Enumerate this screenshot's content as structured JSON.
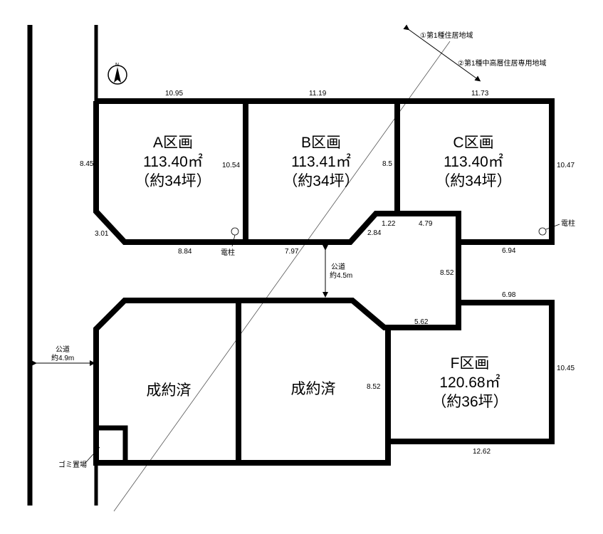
{
  "legend": {
    "zone1": "①第1種住居地域",
    "zone2": "②第1種中高層住居専用地域"
  },
  "lots": [
    {
      "name": "A区画",
      "area": "113.40㎡",
      "tsubo": "（約34坪）"
    },
    {
      "name": "B区画",
      "area": "113.41㎡",
      "tsubo": "（約34坪）"
    },
    {
      "name": "C区画",
      "area": "113.40㎡",
      "tsubo": "（約34坪）"
    },
    {
      "name": "F区画",
      "area": "120.68㎡",
      "tsubo": "（約36坪）"
    }
  ],
  "sold": [
    "成約済",
    "成約済"
  ],
  "dimensions": {
    "a_top": "10.95",
    "b_top": "11.19",
    "c_top": "11.73",
    "a_left": "8.45",
    "a_right": "10.54",
    "b_right": "8.5",
    "c_right": "10.47",
    "a_chamfer": "3.01",
    "a_bottom": "8.84",
    "b_bottom": "7.97",
    "b_chamfer": "2.84",
    "notch_a": "1.22",
    "notch_b": "4.79",
    "c_bottom": "6.94",
    "middle_right": "8.52",
    "f_top": "6.98",
    "lower_notch": "5.62",
    "f_left": "8.52",
    "f_right": "10.45",
    "f_bottom": "12.62"
  },
  "labels": {
    "pole": "電柱",
    "road_center": "公道",
    "road_center_width": "約4.5m",
    "road_left": "公道",
    "road_left_width": "約4.9m",
    "garbage": "ゴミ置場",
    "north": "N"
  }
}
